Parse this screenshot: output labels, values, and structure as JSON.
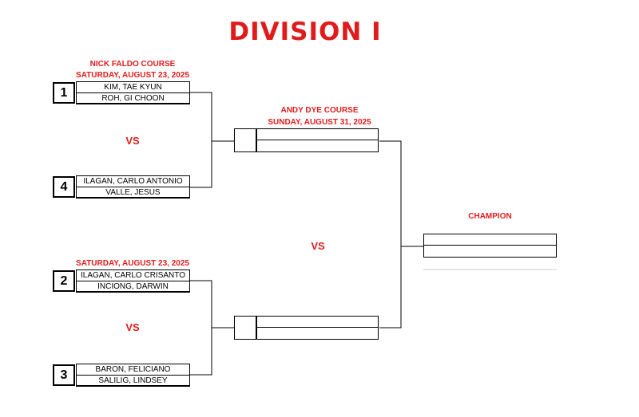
{
  "title": "DIVISION I",
  "round1": {
    "top_course": "NICK FALDO COURSE",
    "top_date": "SATURDAY, AUGUST 23, 2025",
    "bottom_date": "SATURDAY, AUGUST 23, 2025",
    "vs_label": "VS",
    "matches": [
      {
        "teams": [
          {
            "seed": "1",
            "players": [
              "KIM, TAE KYUN",
              "ROH, GI CHOON"
            ]
          },
          {
            "seed": "4",
            "players": [
              "ILAGAN, CARLO ANTONIO",
              "VALLE, JESUS"
            ]
          }
        ]
      },
      {
        "teams": [
          {
            "seed": "2",
            "players": [
              "ILAGAN, CARLO CRISANTO",
              "INCIONG, DARWIN"
            ]
          },
          {
            "seed": "3",
            "players": [
              "BARON, FELICIANO",
              "SALILIG, LINDSEY"
            ]
          }
        ]
      }
    ]
  },
  "final": {
    "course": "ANDY DYE COURSE",
    "date": "SUNDAY, AUGUST 31, 2025",
    "vs_label": "VS"
  },
  "champion": {
    "label": "CHAMPION"
  },
  "colors": {
    "accent_red": "#e01b1b",
    "line": "#000000",
    "champion_underline": "#cccccc"
  }
}
